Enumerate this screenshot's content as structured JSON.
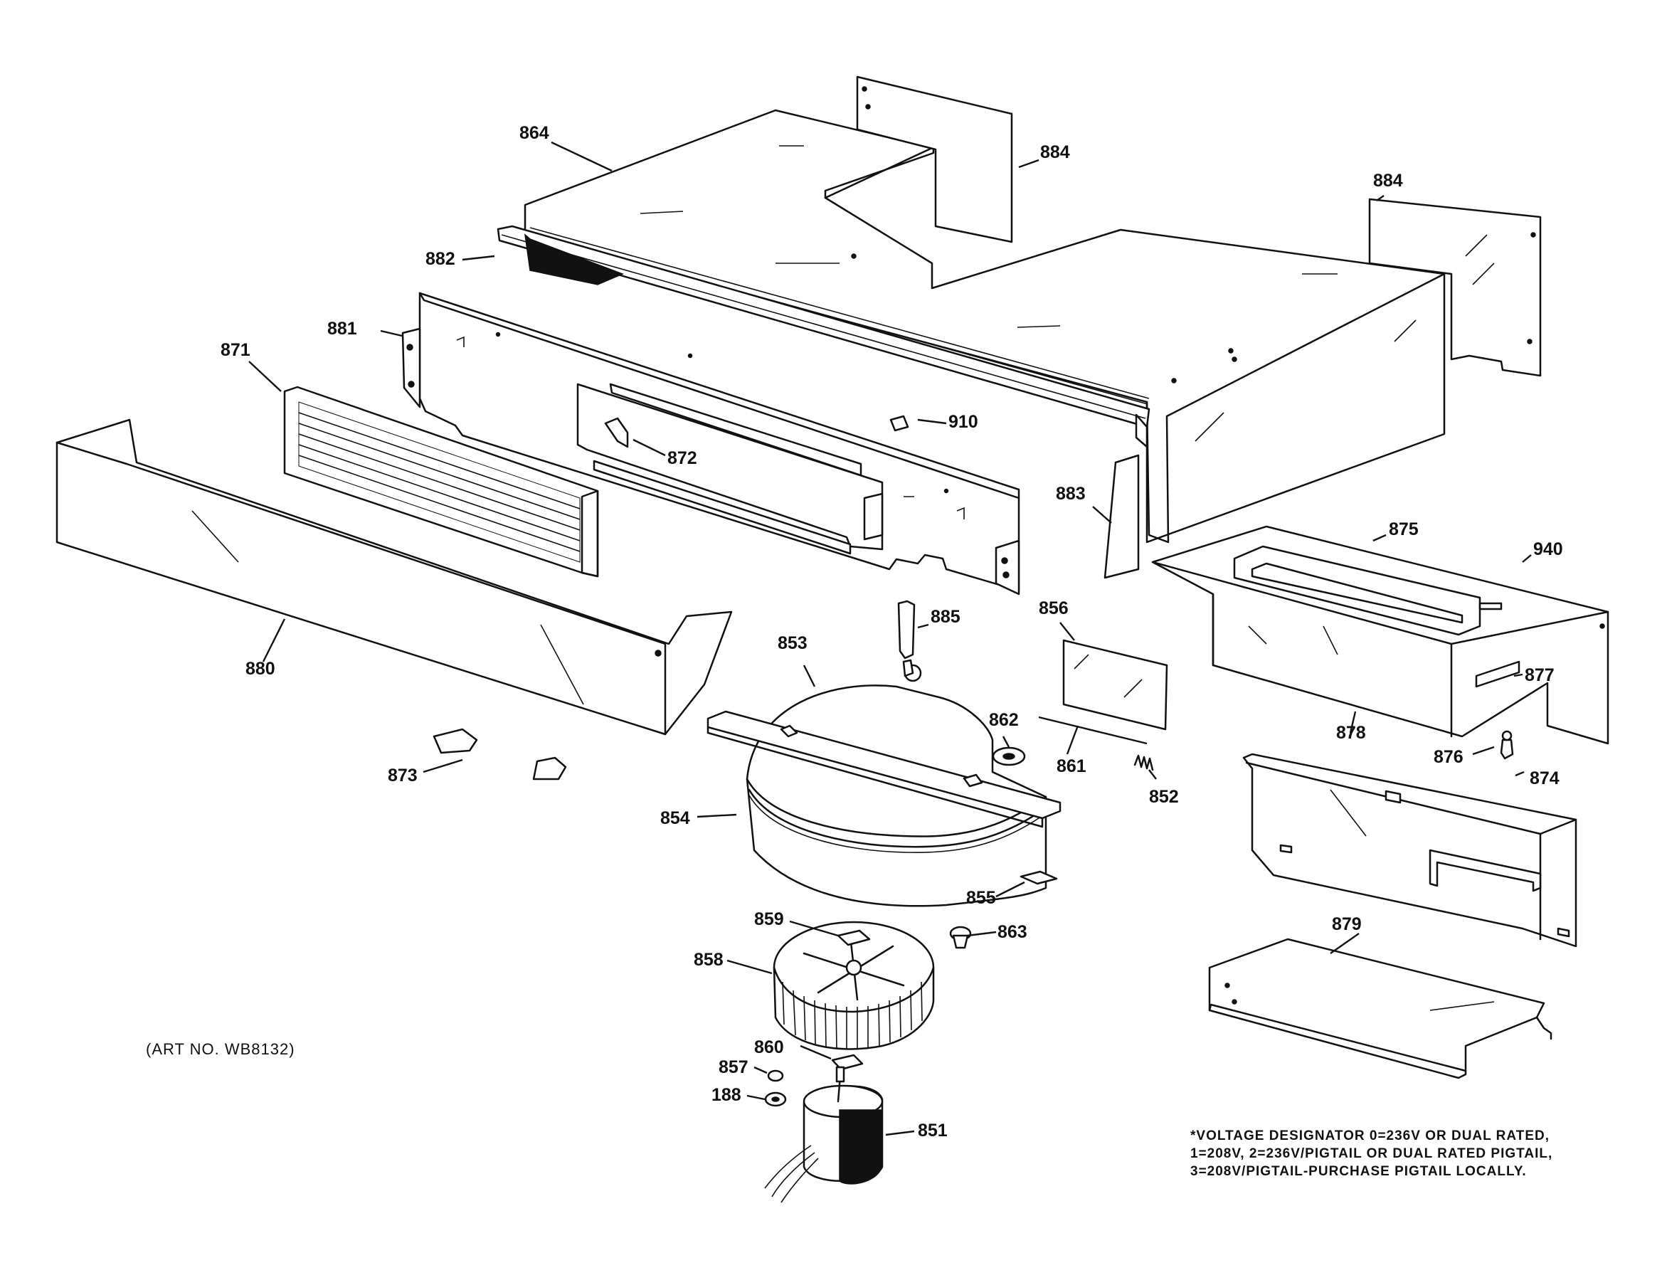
{
  "diagram": {
    "art_number": "(ART NO. WB8132)",
    "voltage_note": [
      "*VOLTAGE DESIGNATOR 0=236V OR DUAL RATED,",
      "1=208V, 2=236V/PIGTAIL OR DUAL RATED PIGTAIL,",
      "3=208V/PIGTAIL-PURCHASE PIGTAIL LOCALLY."
    ],
    "labels": {
      "p864": "864",
      "p884a": "884",
      "p884b": "884",
      "p882": "882",
      "p881": "881",
      "p871": "871",
      "p910": "910",
      "p872": "872",
      "p883": "883",
      "p875": "875",
      "p940": "940",
      "p880": "880",
      "p885": "885",
      "p853": "853",
      "p856": "856",
      "p862": "862",
      "p877": "877",
      "p878": "878",
      "p876": "876",
      "p861": "861",
      "p852": "852",
      "p873": "873",
      "p854": "854",
      "p874": "874",
      "p855": "855",
      "p863": "863",
      "p859": "859",
      "p858": "858",
      "p879": "879",
      "p860": "860",
      "p857": "857",
      "p188": "188",
      "p851": "851"
    }
  }
}
